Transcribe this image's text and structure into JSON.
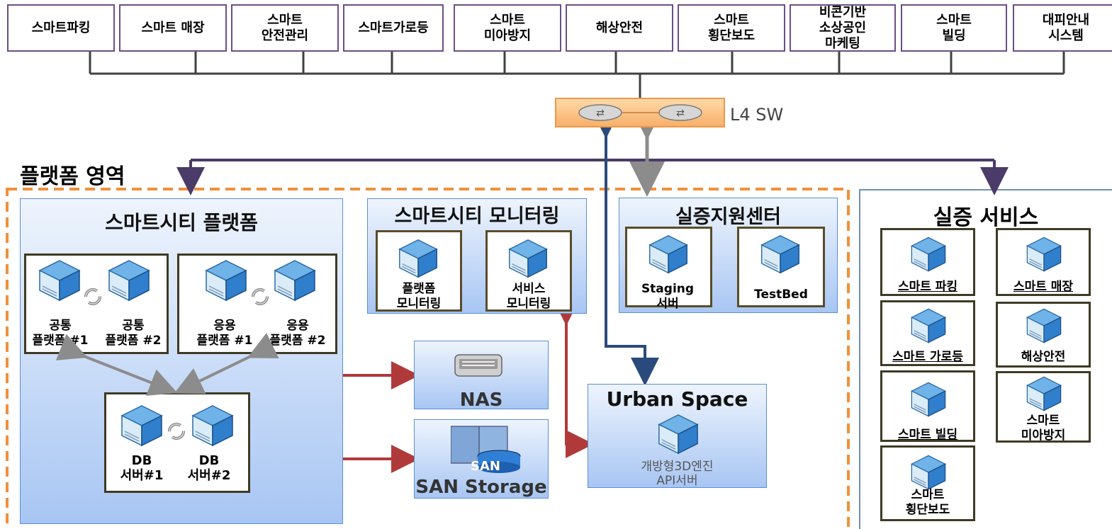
{
  "top_services": [
    "스마트파킹",
    "스마트 매장",
    "스마트\n안전관리",
    "스마트가로등",
    "스마트\n미아방지",
    "해상안전",
    "스마트\n횡단보도",
    "비콘기반\n소상공인\n마케팅",
    "스마트\n빌딩",
    "대피안내\n시스템"
  ],
  "switch_label": "L4 SW",
  "platform_area_label": "플랫폼 영역",
  "smart_city_platform": {
    "title": "스마트시티 플랫폼",
    "common_1": "공통\n플랫폼 #1",
    "common_2": "공통\n플랫폼 #2",
    "app_1": "응용\n플랫폼 #1",
    "app_2": "응용\n플랫폼 #2",
    "db_1": "DB\n서버#1",
    "db_2": "DB\n서버#2"
  },
  "monitoring": {
    "title": "스마트시티 모니터링",
    "platform": "플랫폼\n모니터링",
    "service": "서비스\n모니터링"
  },
  "demo_center": {
    "title": "실증지원센터",
    "staging": "Staging\n서버",
    "testbed": "TestBed"
  },
  "nas": {
    "title": "NAS"
  },
  "san": {
    "title": "SAN Storage",
    "badge": "SAN"
  },
  "urban_space": {
    "title": "Urban Space",
    "subtitle": "개방형3D엔진\nAPI서버"
  },
  "demo_services": {
    "title": "실증 서비스",
    "items": [
      "스마트 파킹",
      "스마트 매장",
      "스마트 가로등",
      "해상안전",
      "스마트 빌딩",
      "스마트\n미아방지",
      "스마트\n횡단보도"
    ]
  },
  "colors": {
    "arrow_red": "#b03a3a",
    "arrow_blue": "#2a4a7c",
    "arrow_gray": "#8c8c8c",
    "arrow_purple": "#4a3b68",
    "border_orange": "#f0903a"
  }
}
